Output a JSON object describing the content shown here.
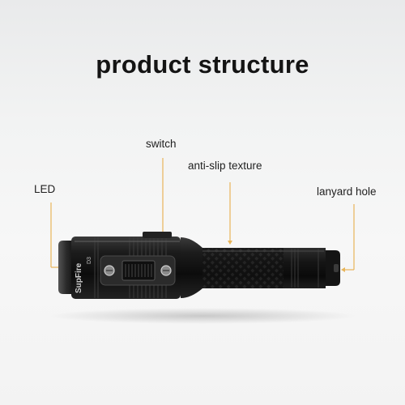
{
  "title": "product structure",
  "labels": {
    "led": "LED",
    "switch": "switch",
    "anti_slip": "anti-slip texture",
    "lanyard_hole": "lanyard hole"
  },
  "brand_text": "SupFire",
  "model_text": "D3",
  "colors": {
    "leader_line": "#e8b55a",
    "body": "#151515",
    "title": "#141414"
  }
}
